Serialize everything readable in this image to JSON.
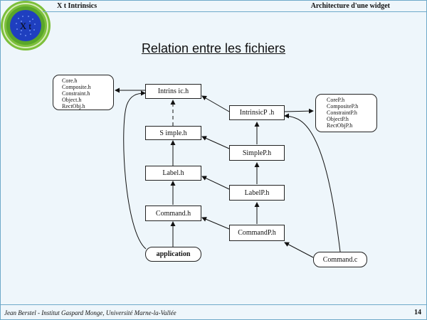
{
  "header": {
    "left": "X t Intrinsics",
    "right": "Architecture d'une widget"
  },
  "logo": {
    "text": "X t",
    "colors": {
      "outer": "#7cbf3a",
      "inner": "#1f3fbf"
    }
  },
  "title": "Relation entre les fichiers",
  "nodes": {
    "intrinsic_h": "Intrins ic.h",
    "intrinsicp_h": "IntrinsicP .h",
    "simple_h": "S imple.h",
    "simplep_h": "SimpleP.h",
    "label_h": "Label.h",
    "labelp_h": "LabelP.h",
    "command_h": "Command.h",
    "commandp_h": "CommandP.h",
    "application": "application",
    "command_c": "Command.c"
  },
  "public_headers": [
    "Core.h",
    "Composite.h",
    "Constraint.h",
    "Object.h",
    "RectObj.h"
  ],
  "private_headers": [
    "CoreP.h",
    "CompositeP.h",
    "ConstraintP.h",
    "ObjectP.h",
    "RectObjP.h"
  ],
  "footer": {
    "left": "Jean Berstel  -   Institut Gaspard Monge, Université Marne-la-Vallée",
    "page": "14"
  },
  "colors": {
    "accent": "#6fa9c9",
    "background": "#eef6fb"
  }
}
